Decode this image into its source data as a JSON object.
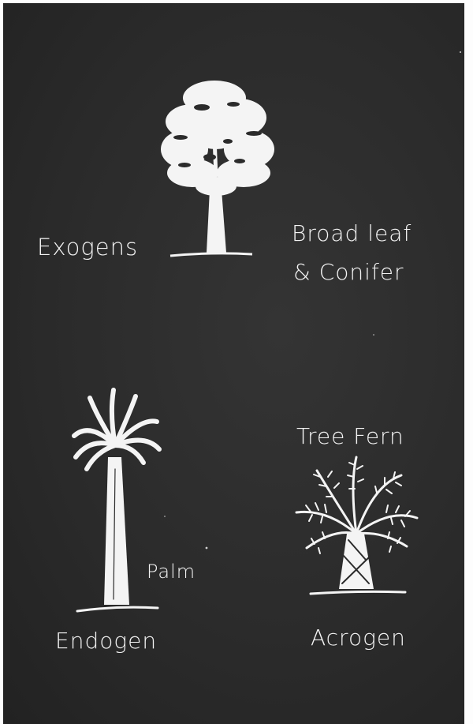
{
  "labels": {
    "exogens": "Exogens",
    "broad_leaf": "Broad leaf",
    "conifer": "& Conifer",
    "palm": "Palm",
    "endogen": "Endogen",
    "tree_fern": "Tree Fern",
    "acrogen": "Acrogen"
  },
  "colors": {
    "chalkboard": "#2b2b2b",
    "chalk": "#f4f4f4",
    "margin": "#fdfdfd"
  },
  "illustrations": [
    "broadleaf-tree",
    "palm-tree",
    "tree-fern"
  ]
}
